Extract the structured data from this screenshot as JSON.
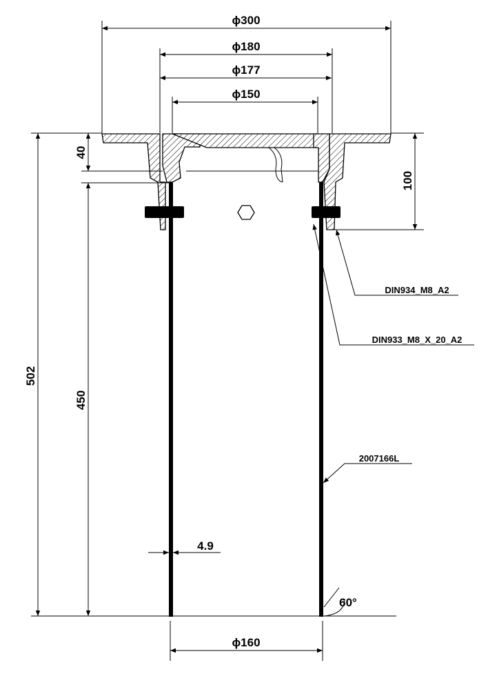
{
  "drawing": {
    "dimensions": {
      "d300": "ϕ300",
      "d180": "ϕ180",
      "d177": "ϕ177",
      "d150": "ϕ150",
      "d160": "ϕ160",
      "h502": "502",
      "h450": "450",
      "h40": "40",
      "h100": "100",
      "wall": "4.9",
      "angle": "60°"
    },
    "callouts": {
      "nut": "DIN934_M8_A2",
      "bolt": "DIN933_M8_X_20_A2",
      "pipe": "2007166L"
    }
  }
}
